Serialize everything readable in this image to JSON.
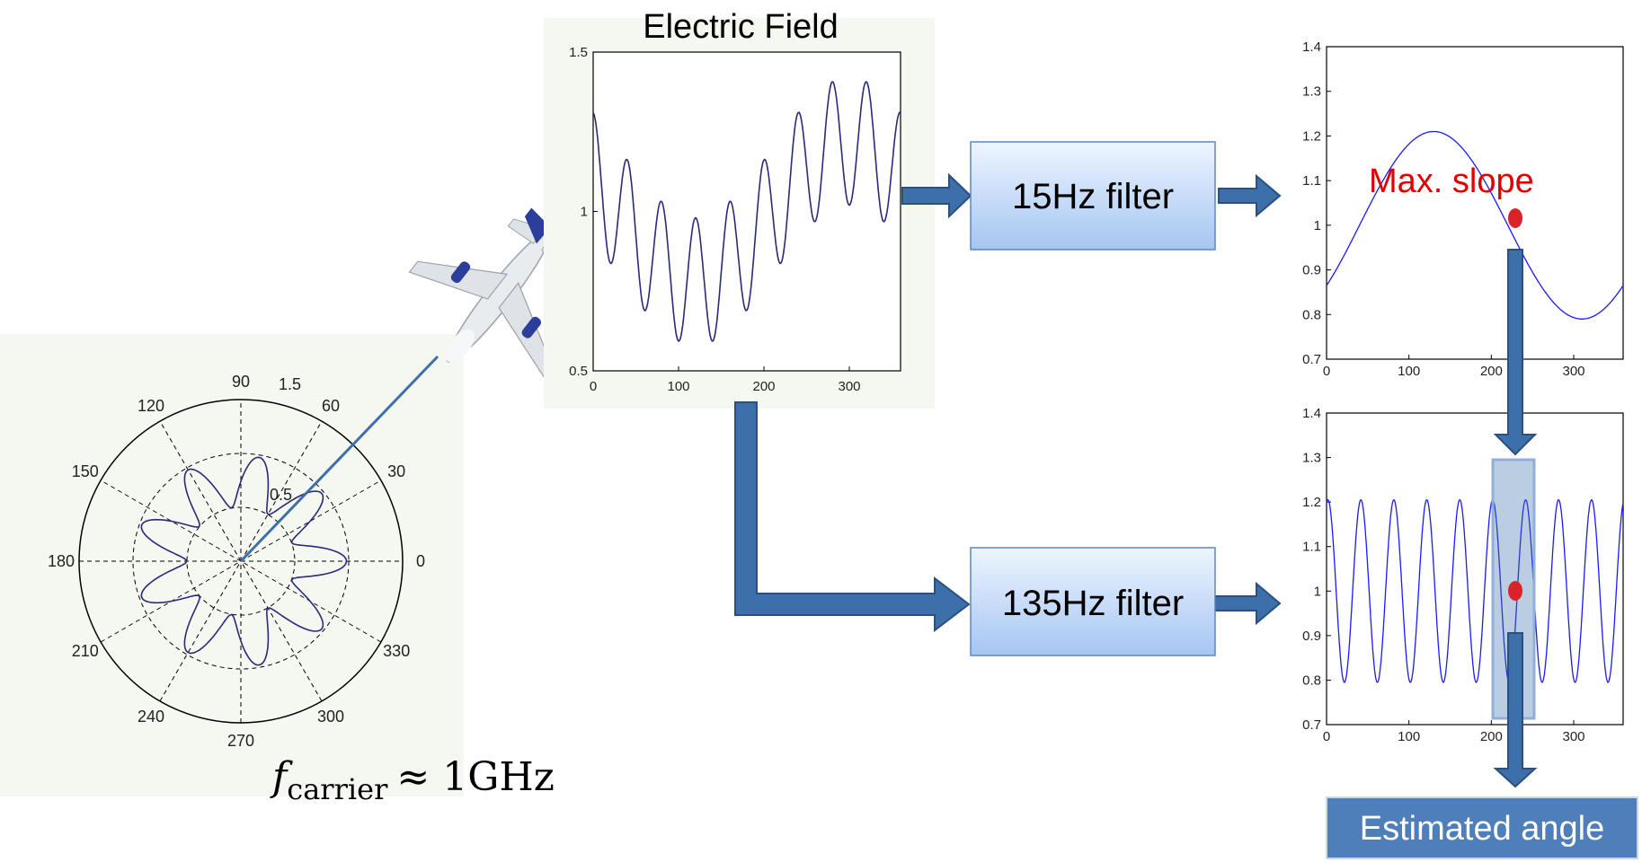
{
  "electric_field": {
    "title": "Electric Field",
    "x_ticks": [
      "0",
      "100",
      "200",
      "300"
    ],
    "y_ticks": [
      "0.5",
      "1",
      "1.5"
    ]
  },
  "polar": {
    "angle_labels": [
      "90",
      "60",
      "30",
      "0",
      "330",
      "300",
      "270",
      "240",
      "210",
      "180",
      "150",
      "120"
    ],
    "radius_labels": [
      "0.5",
      "1.5"
    ],
    "formula_main": "f",
    "formula_sub": "carrier",
    "formula_rest": "≈ 1GHz"
  },
  "filters": {
    "low": "15Hz filter",
    "high": "135Hz filter"
  },
  "plot_15hz": {
    "x_ticks": [
      "0",
      "100",
      "200",
      "300"
    ],
    "y_ticks": [
      "0.7",
      "0.8",
      "0.9",
      "1",
      "1.1",
      "1.2",
      "1.3",
      "1.4"
    ],
    "annotation": "Max. slope"
  },
  "plot_135hz": {
    "x_ticks": [
      "0",
      "100",
      "200",
      "300"
    ],
    "y_ticks": [
      "0.7",
      "0.8",
      "0.9",
      "1",
      "1.1",
      "1.2",
      "1.3",
      "1.4"
    ]
  },
  "output": {
    "label": "Estimated angle"
  },
  "colors": {
    "arrow": "#3d6faa",
    "curve": "#1a1aff",
    "ef_curve": "#2a2a7a",
    "box_top": "#e9f1fd",
    "box_bottom": "#a9c8f3",
    "marker": "#d8232a",
    "output_bg": "#4f7fba"
  },
  "chart_data": [
    {
      "type": "line",
      "title": "Electric Field",
      "xlim": [
        0,
        360
      ],
      "ylim": [
        0.5,
        1.5
      ],
      "x_ticks": [
        0,
        100,
        200,
        300
      ],
      "y_ticks": [
        0.5,
        1,
        1.5
      ],
      "description_of_series": "1 + 0.2*sin(x*pi/180 + 150deg) + 0.2*sin(9*x*pi/180 + 90deg)"
    },
    {
      "type": "polar",
      "r_ticks": [
        0.5,
        1.5
      ],
      "angle_ticks": [
        0,
        30,
        60,
        90,
        120,
        150,
        180,
        210,
        240,
        270,
        300,
        330
      ]
    },
    {
      "type": "line",
      "xlim": [
        0,
        360
      ],
      "ylim": [
        0.7,
        1.4
      ],
      "series_formula": "1 + 0.21*sin(x - 50deg)"
    },
    {
      "type": "line",
      "xlim": [
        0,
        360
      ],
      "ylim": [
        0.7,
        1.4
      ],
      "series_formula": "1 + 0.21*sin(9x + 80deg)"
    }
  ]
}
